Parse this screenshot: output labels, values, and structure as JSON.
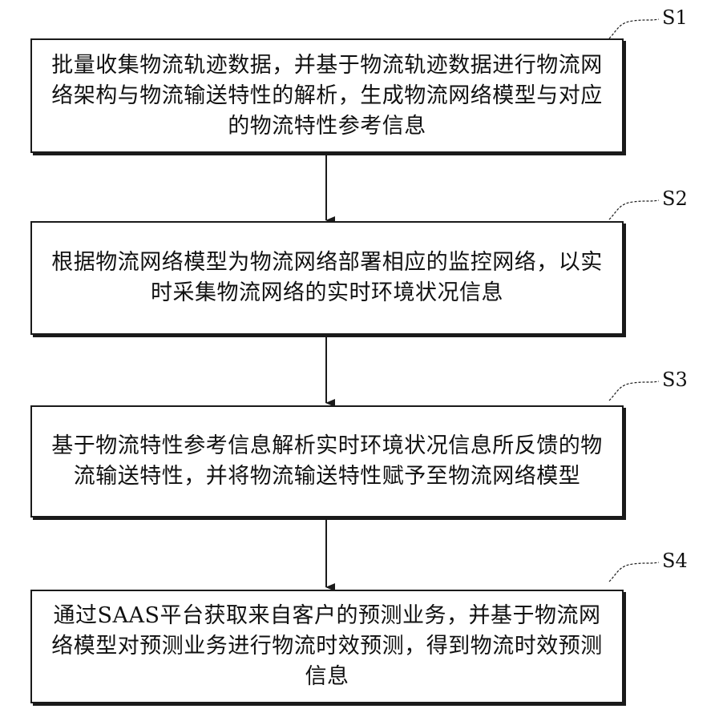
{
  "steps": [
    {
      "label": "S1",
      "text": "批量收集物流轨迹数据，并基于物流轨迹数据进行物流网络架构与物流输送特性的解析，生成物流网络模型与对应的物流特性参考信息"
    },
    {
      "label": "S2",
      "text": "根据物流网络模型为物流网络部署相应的监控网络，以实时采集物流网络的实时环境状况信息"
    },
    {
      "label": "S3",
      "text": "基于物流特性参考信息解析实时环境状况信息所反馈的物流输送特性，并将物流输送特性赋予至物流网络模型"
    },
    {
      "label": "S4",
      "text": "通过SAAS平台获取来自客户的预测业务，并基于物流网络模型对预测业务进行物流时效预测，得到物流时效预测信息"
    }
  ]
}
